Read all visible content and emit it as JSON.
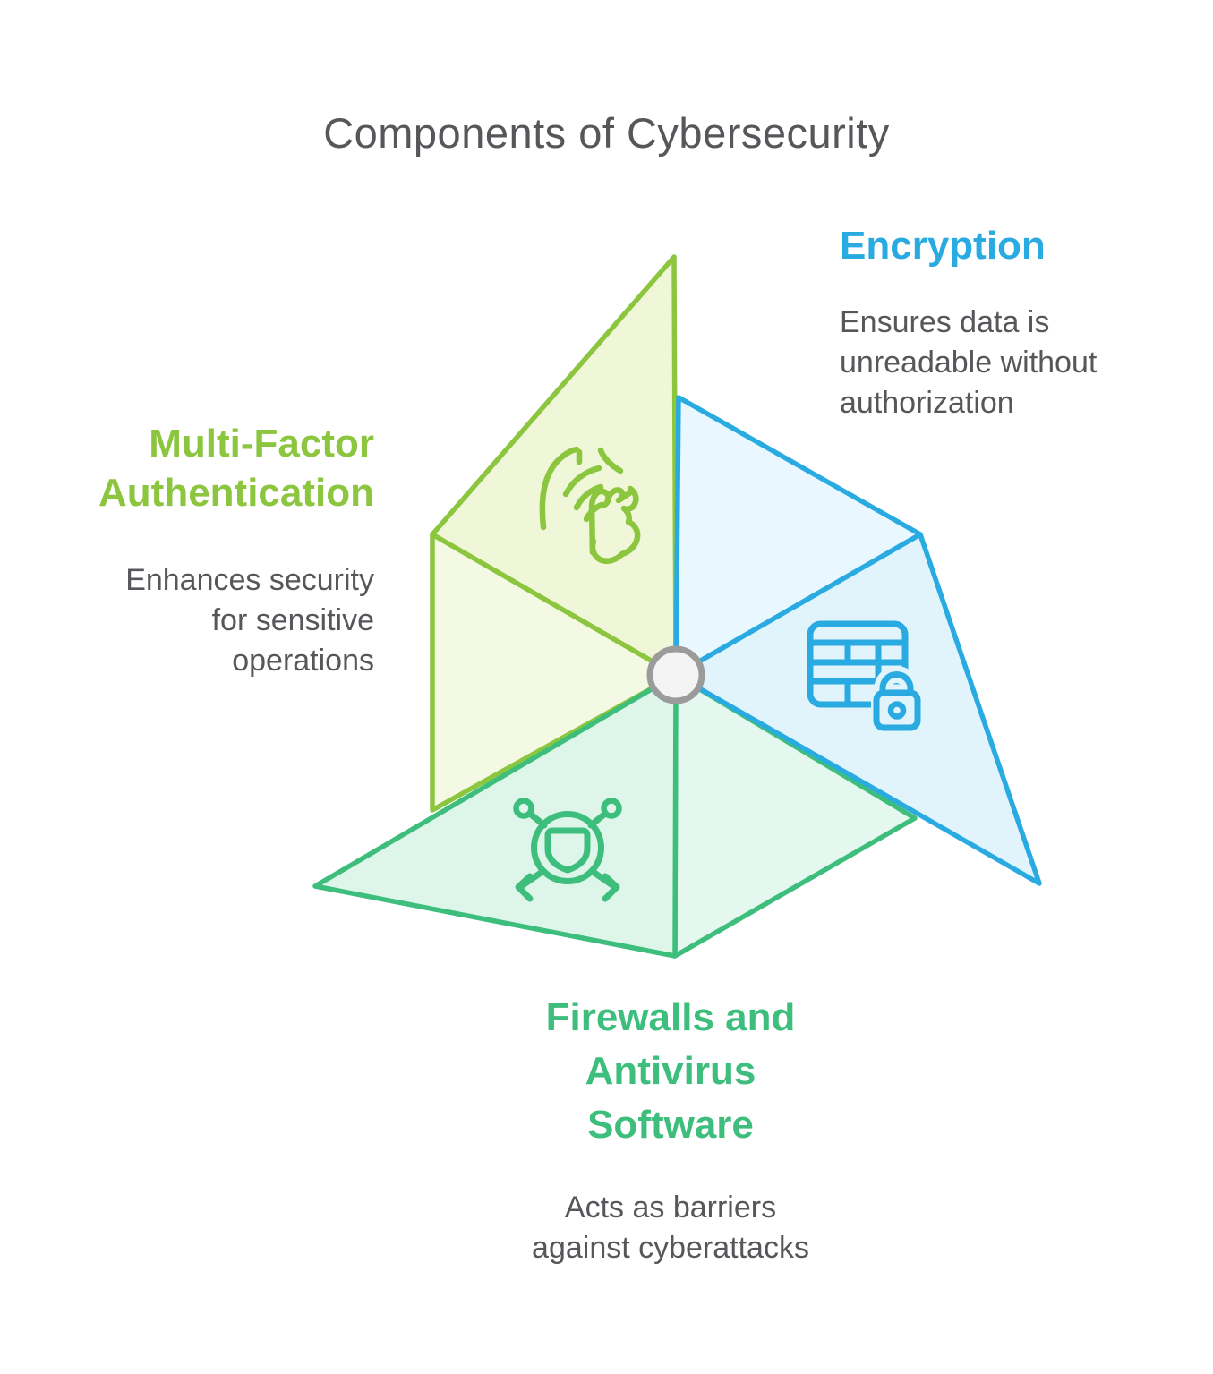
{
  "title": "Components of Cybersecurity",
  "sections": {
    "mfa": {
      "heading": "Multi-Factor\nAuthentication",
      "description": "Enhances security\nfor sensitive\noperations"
    },
    "encryption": {
      "heading": "Encryption",
      "description": "Ensures data is\nunreadable without\nauthorization"
    },
    "firewalls": {
      "heading": "Firewalls and\nAntivirus\nSoftware",
      "description": "Acts as barriers\nagainst cyberattacks"
    }
  },
  "icons": {
    "mfa": "tap-gesture-icon",
    "encryption": "firewall-lock-icon",
    "firewalls": "shield-network-icon"
  },
  "colors": {
    "green": "#8CC63F",
    "blue": "#29ABE2",
    "teal": "#3EBE7D",
    "text_gray": "#56575A",
    "hub_fill": "#F3F3F3",
    "hub_stroke": "#9B9B9B"
  },
  "fills": {
    "green_inner": "#F0F7D9",
    "green_flap": "#F3F9E3",
    "teal_inner": "#DEF5E9",
    "teal_flap": "#E4F8EF",
    "blue_inner": "#E1F3FB",
    "blue_flap": "#E9F7FE"
  }
}
